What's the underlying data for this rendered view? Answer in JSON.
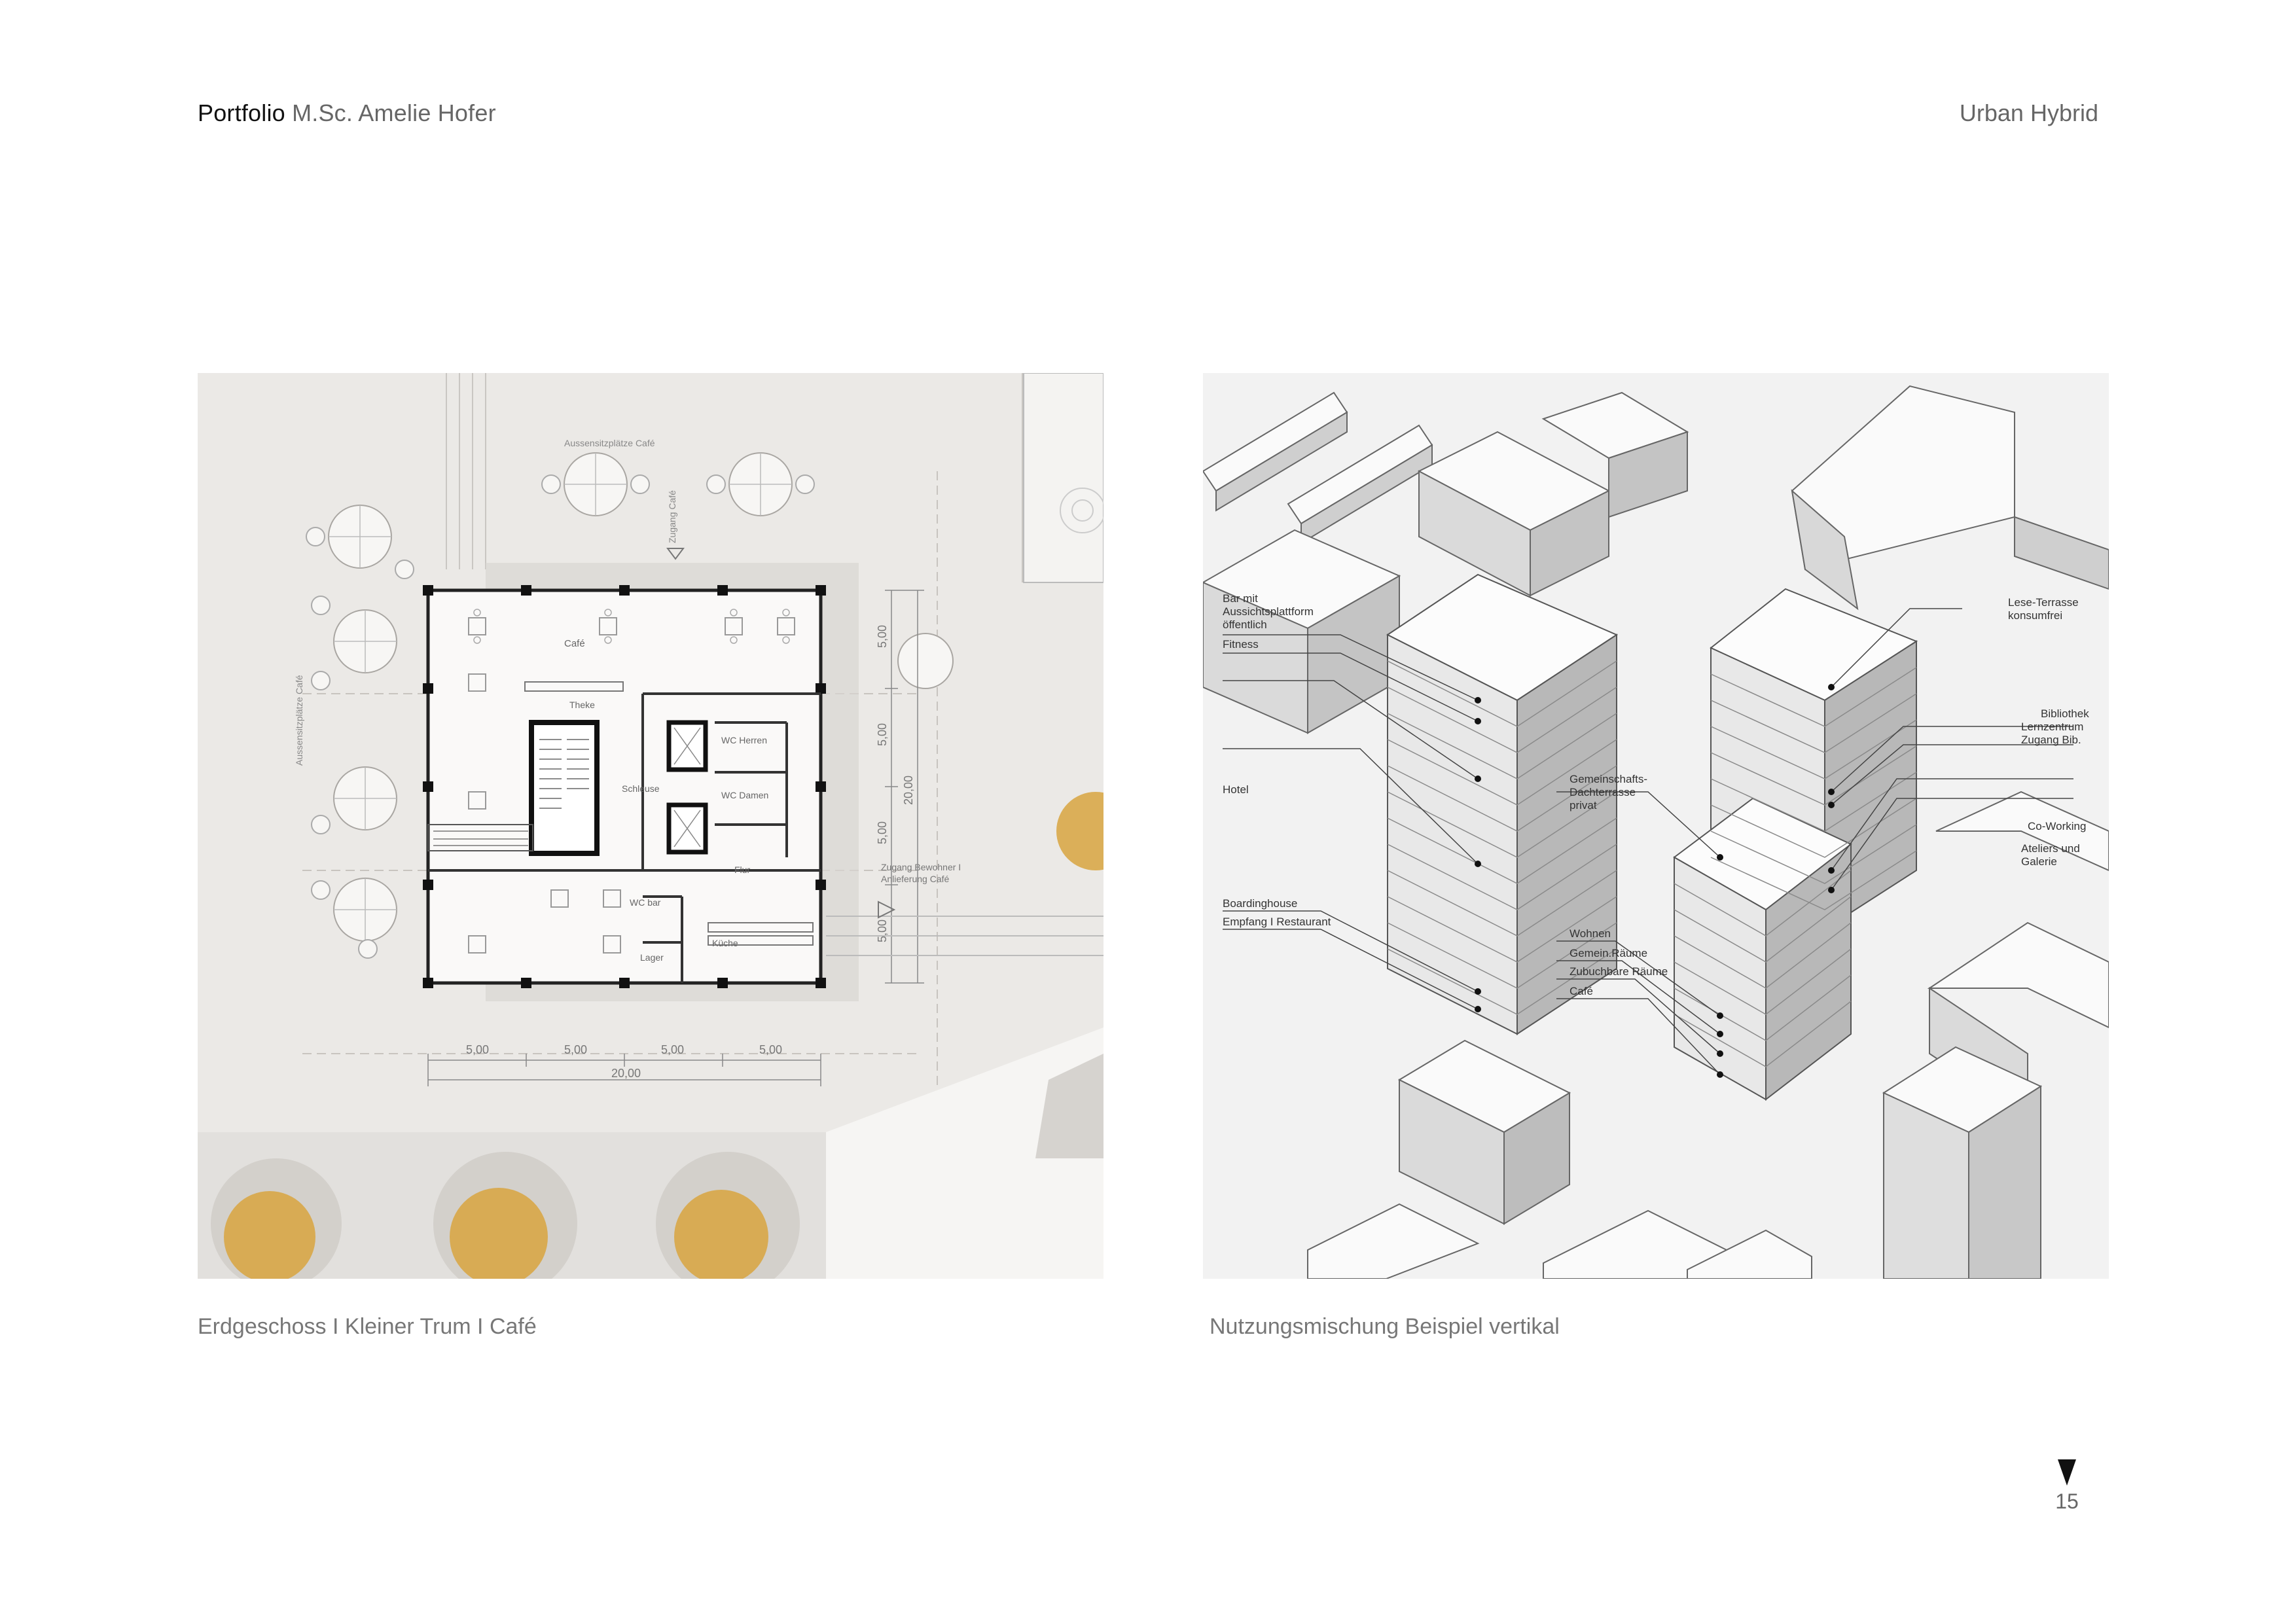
{
  "header": {
    "portfolio": "Portfolio",
    "author": "M.Sc. Amelie Hofer",
    "project": "Urban Hybrid"
  },
  "plan": {
    "caption": "Erdgeschoss I Kleiner Trum I Café",
    "labels": {
      "outdoor_top": "Aussensitzplätze Café",
      "outdoor_side": "Aussensitzplätze Café",
      "access": "Zugang Café",
      "cafe": "Café",
      "theke": "Theke",
      "schleuse": "Schleuse",
      "wc_herren": "WC Herren",
      "wc_damen": "WC Damen",
      "flur": "Flur",
      "wc_bar": "WC bar",
      "lager": "Lager",
      "kueche": "Küche",
      "zugang_bewohner": "Zugang Bewohner I",
      "anlieferung": "Anlieferung Café"
    },
    "dims_bottom": [
      "5,00",
      "5,00",
      "5,00",
      "5,00"
    ],
    "dims_bottom_total": "20,00",
    "dims_right": [
      "5,00",
      "5,00",
      "5,00",
      "5,00"
    ],
    "dims_right_total": "20,00"
  },
  "diagram": {
    "caption": "Nutzungsmischung Beispiel vertikal",
    "labels": {
      "bar_1": "Bar mit",
      "bar_2": "Aussichtsplattform",
      "bar_3": "öffentlich",
      "fitness": "Fitness",
      "hotel": "Hotel",
      "boardinghouse": "Boardinghouse",
      "empfang": "Empfang I Restaurant",
      "gemein_1": "Gemeinschafts-",
      "gemein_2": "Dachterrasse",
      "gemein_3": "privat",
      "wohnen": "Wohnen",
      "gemein_raeume": "Gemein.Räume",
      "zubuchbare": "Zubuchbare Räume",
      "cafe": "Café",
      "lese_1": "Lese-Terrasse",
      "lese_2": "konsumfrei",
      "bib_1": "Bibliothek",
      "bib_2": "Lernzentrum",
      "bib_3": "Zugang Bib.",
      "cowork": "Co-Working",
      "ateliers_1": "Ateliers und",
      "ateliers_2": "Galerie"
    }
  },
  "page_number": "15"
}
